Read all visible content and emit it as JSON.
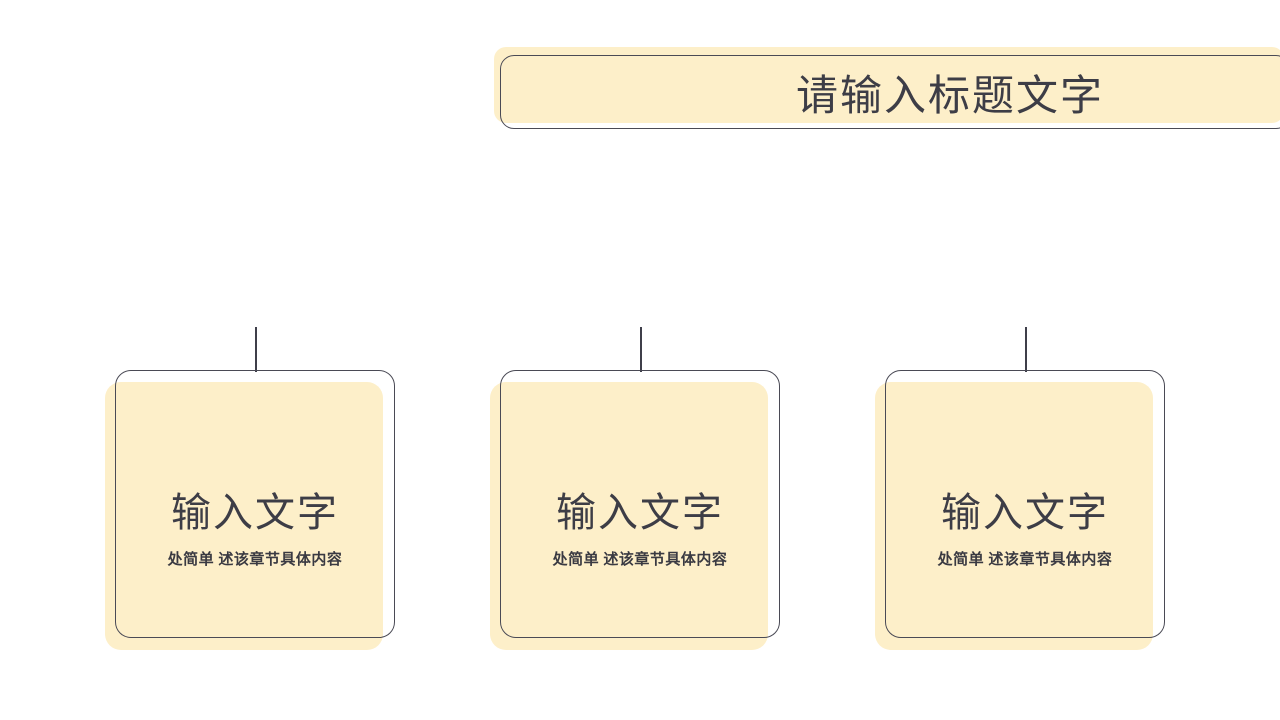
{
  "slide": {
    "background_color": "#ffffff",
    "accent_fill_color": "#fdefc9",
    "outline_color": "#4a4a55",
    "text_color": "#3d3d46"
  },
  "title": {
    "text": "请输入标题文字"
  },
  "cards": [
    {
      "heading": "输入文字",
      "subtitle": "处简单  述该章节具体内容"
    },
    {
      "heading": "输入文字",
      "subtitle": "处简单  述该章节具体内容"
    },
    {
      "heading": "输入文字",
      "subtitle": "处简单  述该章节具体内容"
    }
  ]
}
